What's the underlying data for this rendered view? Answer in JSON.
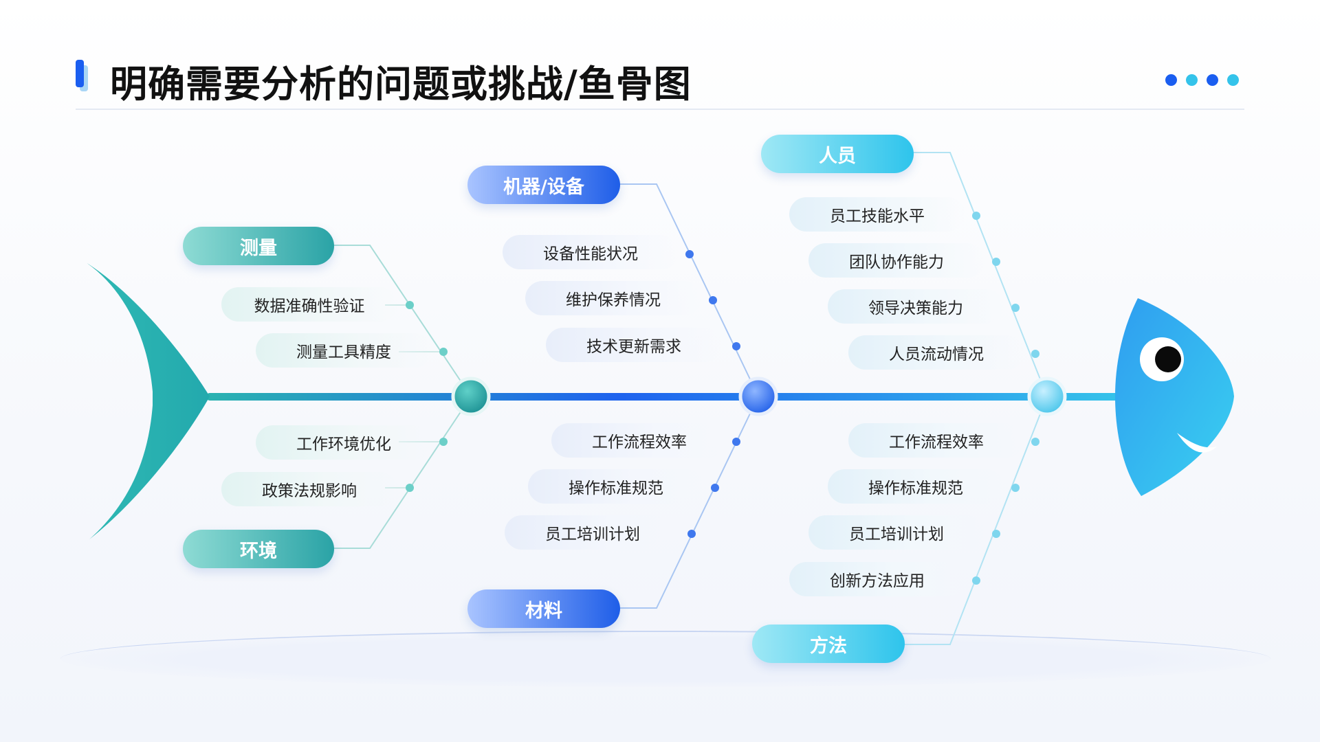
{
  "title": "明确需要分析的问题或挑战/鱼骨图",
  "colors": {
    "teal": "#2ab3b0",
    "blue": "#1f63ee",
    "cyan": "#35c3ea",
    "title_accent": "#1a5ef0",
    "dots": [
      "#1a5ef0",
      "#34c3ea",
      "#1a5ef0",
      "#34c3ea"
    ]
  },
  "icons": [
    "fish-tail-icon",
    "fish-head-icon",
    "fish-eye-icon"
  ],
  "categories": {
    "measure": {
      "label": "测量",
      "items": [
        "数据准确性验证",
        "测量工具精度"
      ]
    },
    "env": {
      "label": "环境",
      "items": [
        "工作环境优化",
        "政策法规影响"
      ]
    },
    "machine": {
      "label": "机器/设备",
      "items": [
        "设备性能状况",
        "维护保养情况",
        "技术更新需求"
      ]
    },
    "material": {
      "label": "材料",
      "items": [
        "工作流程效率",
        "操作标准规范",
        "员工培训计划"
      ]
    },
    "people": {
      "label": "人员",
      "items": [
        "员工技能水平",
        "团队协作能力",
        "领导决策能力",
        "人员流动情况"
      ]
    },
    "method": {
      "label": "方法",
      "items": [
        "工作流程效率",
        "操作标准规范",
        "员工培训计划",
        "创新方法应用"
      ]
    }
  }
}
